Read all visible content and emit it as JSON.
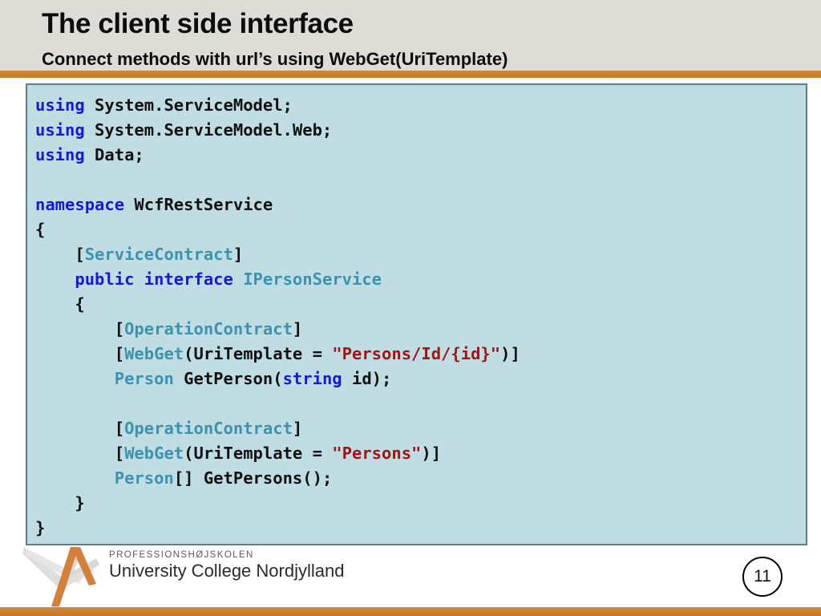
{
  "slide": {
    "title": "The client side interface",
    "subtitle": "Connect methods with url’s using WebGet(UriTemplate)",
    "page_number": "11",
    "accent_color": "#cd7f32",
    "header_bg": "#dedcd7",
    "code_bg": "#bfdde2",
    "code_border": "#5d7d8a"
  },
  "code": {
    "language": "csharp",
    "colors": {
      "keyword": "#1818d8",
      "type": "#3d93ad",
      "string": "#a31515",
      "plain": "#111111"
    },
    "plain_text": "using System.ServiceModel;\nusing System.ServiceModel.Web;\nusing Data;\n\nnamespace WcfRestService\n{\n    [ServiceContract]\n    public interface IPersonService\n    {\n        [OperationContract]\n        [WebGet(UriTemplate = \"Persons/Id/{id}\")]\n        Person GetPerson(string id);\n\n        [OperationContract]\n        [WebGet(UriTemplate = \"Persons\")]\n        Person[] GetPersons();\n    }\n}",
    "lines": [
      [
        {
          "t": "using",
          "c": "kw"
        },
        {
          "t": " System.ServiceModel;",
          "c": "pln"
        }
      ],
      [
        {
          "t": "using",
          "c": "kw"
        },
        {
          "t": " System.ServiceModel.Web;",
          "c": "pln"
        }
      ],
      [
        {
          "t": "using",
          "c": "kw"
        },
        {
          "t": " Data;",
          "c": "pln"
        }
      ],
      [],
      [
        {
          "t": "namespace",
          "c": "kw"
        },
        {
          "t": " WcfRestService",
          "c": "pln"
        }
      ],
      [
        {
          "t": "{",
          "c": "pln"
        }
      ],
      [
        {
          "t": "    [",
          "c": "pln"
        },
        {
          "t": "ServiceContract",
          "c": "type"
        },
        {
          "t": "]",
          "c": "pln"
        }
      ],
      [
        {
          "t": "    ",
          "c": "pln"
        },
        {
          "t": "public interface",
          "c": "kw"
        },
        {
          "t": " ",
          "c": "pln"
        },
        {
          "t": "IPersonService",
          "c": "type"
        }
      ],
      [
        {
          "t": "    {",
          "c": "pln"
        }
      ],
      [
        {
          "t": "        [",
          "c": "pln"
        },
        {
          "t": "OperationContract",
          "c": "type"
        },
        {
          "t": "]",
          "c": "pln"
        }
      ],
      [
        {
          "t": "        [",
          "c": "pln"
        },
        {
          "t": "WebGet",
          "c": "type"
        },
        {
          "t": "(UriTemplate = ",
          "c": "pln"
        },
        {
          "t": "\"Persons/Id/{id}\"",
          "c": "str"
        },
        {
          "t": ")]",
          "c": "pln"
        }
      ],
      [
        {
          "t": "        ",
          "c": "pln"
        },
        {
          "t": "Person",
          "c": "type"
        },
        {
          "t": " GetPerson(",
          "c": "pln"
        },
        {
          "t": "string",
          "c": "kw"
        },
        {
          "t": " id);",
          "c": "pln"
        }
      ],
      [],
      [
        {
          "t": "        [",
          "c": "pln"
        },
        {
          "t": "OperationContract",
          "c": "type"
        },
        {
          "t": "]",
          "c": "pln"
        }
      ],
      [
        {
          "t": "        [",
          "c": "pln"
        },
        {
          "t": "WebGet",
          "c": "type"
        },
        {
          "t": "(UriTemplate = ",
          "c": "pln"
        },
        {
          "t": "\"Persons\"",
          "c": "str"
        },
        {
          "t": ")]",
          "c": "pln"
        }
      ],
      [
        {
          "t": "        ",
          "c": "pln"
        },
        {
          "t": "Person",
          "c": "type"
        },
        {
          "t": "[] GetPersons();",
          "c": "pln"
        }
      ],
      [
        {
          "t": "    }",
          "c": "pln"
        }
      ],
      [
        {
          "t": "}",
          "c": "pln"
        }
      ]
    ]
  },
  "footer": {
    "logo_eyebrow": "PROFESSIONSHØJSKOLEN",
    "logo_name": "University College Nordjylland",
    "logo_colors": {
      "orange": "#d2803a",
      "gray": "#d3d3d3"
    }
  }
}
